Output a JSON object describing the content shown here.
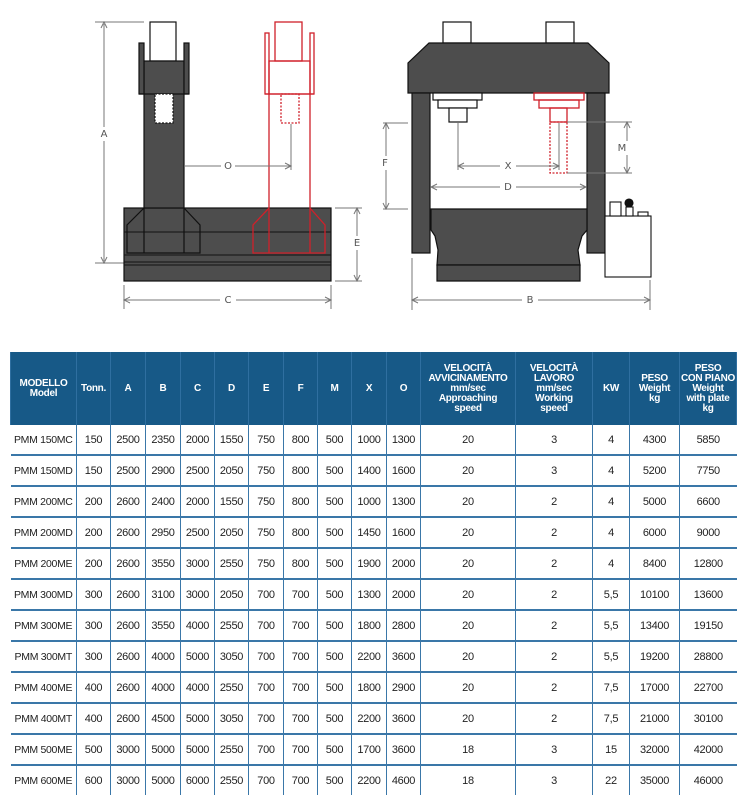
{
  "diagram": {
    "labels": {
      "A": "A",
      "O": "O",
      "C": "C",
      "E": "E",
      "F": "F",
      "X": "X",
      "D": "D",
      "M": "M",
      "B": "B"
    },
    "colors": {
      "body": "#4d4d4d",
      "highlight": "#d0202a",
      "dimension": "#777777"
    }
  },
  "table": {
    "headers": [
      [
        "MODELLO",
        "Model"
      ],
      [
        "Tonn."
      ],
      [
        "A"
      ],
      [
        "B"
      ],
      [
        "C"
      ],
      [
        "D"
      ],
      [
        "E"
      ],
      [
        "F"
      ],
      [
        "M"
      ],
      [
        "X"
      ],
      [
        "O"
      ],
      [
        "VELOCITÀ",
        "AVVICINAMENTO",
        "mm/sec",
        "Approaching",
        "speed"
      ],
      [
        "VELOCITÀ",
        "LAVORO",
        "mm/sec",
        "Working",
        "speed"
      ],
      [
        "KW"
      ],
      [
        "PESO",
        "Weight",
        "kg"
      ],
      [
        "PESO",
        "CON PIANO",
        "Weight",
        "with plate",
        "kg"
      ]
    ],
    "rows": [
      [
        "PMM 150MC",
        "150",
        "2500",
        "2350",
        "2000",
        "1550",
        "750",
        "800",
        "500",
        "1000",
        "1300",
        "20",
        "3",
        "4",
        "4300",
        "5850"
      ],
      [
        "PMM 150MD",
        "150",
        "2500",
        "2900",
        "2500",
        "2050",
        "750",
        "800",
        "500",
        "1400",
        "1600",
        "20",
        "3",
        "4",
        "5200",
        "7750"
      ],
      [
        "PMM 200MC",
        "200",
        "2600",
        "2400",
        "2000",
        "1550",
        "750",
        "800",
        "500",
        "1000",
        "1300",
        "20",
        "2",
        "4",
        "5000",
        "6600"
      ],
      [
        "PMM 200MD",
        "200",
        "2600",
        "2950",
        "2500",
        "2050",
        "750",
        "800",
        "500",
        "1450",
        "1600",
        "20",
        "2",
        "4",
        "6000",
        "9000"
      ],
      [
        "PMM 200ME",
        "200",
        "2600",
        "3550",
        "3000",
        "2550",
        "750",
        "800",
        "500",
        "1900",
        "2000",
        "20",
        "2",
        "4",
        "8400",
        "12800"
      ],
      [
        "PMM 300MD",
        "300",
        "2600",
        "3100",
        "3000",
        "2050",
        "700",
        "700",
        "500",
        "1300",
        "2000",
        "20",
        "2",
        "5,5",
        "10100",
        "13600"
      ],
      [
        "PMM 300ME",
        "300",
        "2600",
        "3550",
        "4000",
        "2550",
        "700",
        "700",
        "500",
        "1800",
        "2800",
        "20",
        "2",
        "5,5",
        "13400",
        "19150"
      ],
      [
        "PMM 300MT",
        "300",
        "2600",
        "4000",
        "5000",
        "3050",
        "700",
        "700",
        "500",
        "2200",
        "3600",
        "20",
        "2",
        "5,5",
        "19200",
        "28800"
      ],
      [
        "PMM 400ME",
        "400",
        "2600",
        "4000",
        "4000",
        "2550",
        "700",
        "700",
        "500",
        "1800",
        "2900",
        "20",
        "2",
        "7,5",
        "17000",
        "22700"
      ],
      [
        "PMM 400MT",
        "400",
        "2600",
        "4500",
        "5000",
        "3050",
        "700",
        "700",
        "500",
        "2200",
        "3600",
        "20",
        "2",
        "7,5",
        "21000",
        "30100"
      ],
      [
        "PMM 500ME",
        "500",
        "3000",
        "5000",
        "5000",
        "2550",
        "700",
        "700",
        "500",
        "1700",
        "3600",
        "18",
        "3",
        "15",
        "32000",
        "42000"
      ],
      [
        "PMM 600ME",
        "600",
        "3000",
        "5000",
        "6000",
        "2550",
        "700",
        "700",
        "500",
        "2200",
        "4600",
        "18",
        "3",
        "22",
        "35000",
        "46000"
      ]
    ],
    "colors": {
      "header_bg": "#175987",
      "grid": "#3a77a8"
    }
  }
}
